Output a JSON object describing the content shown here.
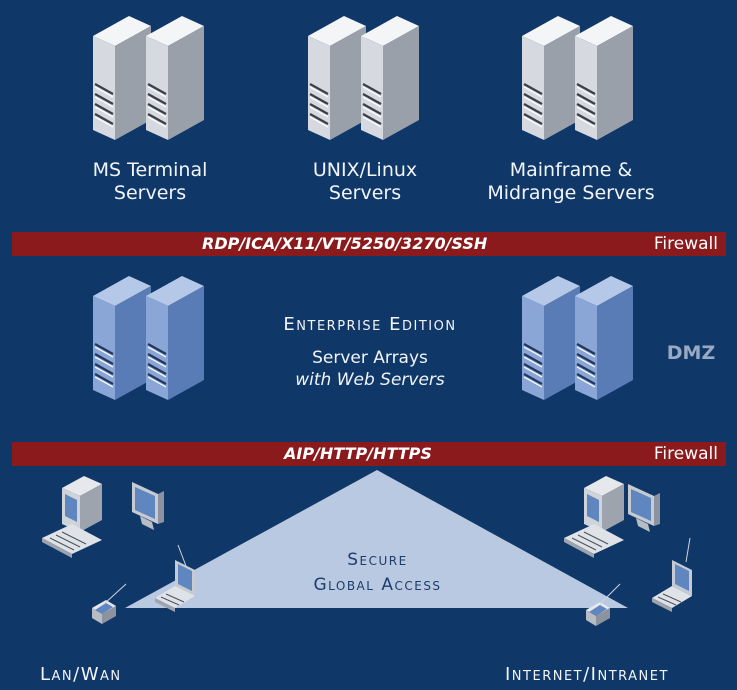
{
  "top_servers": [
    {
      "line1": "MS Terminal",
      "line2": "Servers"
    },
    {
      "line1": "UNIX/Linux",
      "line2": "Servers"
    },
    {
      "line1": "Mainframe &",
      "line2": "Midrange Servers"
    }
  ],
  "firewall_top": {
    "protocols": "RDP/ICA/X11/VT/5250/3270/SSH",
    "label": "Firewall"
  },
  "middle": {
    "edition": "Enterprise Edition",
    "line1": "Server Arrays",
    "line2": "with Web Servers",
    "dmz": "DMZ"
  },
  "firewall_bottom": {
    "protocols": "AIP/HTTP/HTTPS",
    "label": "Firewall"
  },
  "access": {
    "line1": "Secure",
    "line2": "Global Access"
  },
  "bottom_labels": {
    "left": "Lan/Wan",
    "right": "Internet/Intranet"
  },
  "colors": {
    "background": "#0f3869",
    "firewall": "#8a1a1c",
    "server_top": "#d9dce2",
    "server_mid": "#7f9fd1",
    "triangle": "#b9c9e1"
  }
}
